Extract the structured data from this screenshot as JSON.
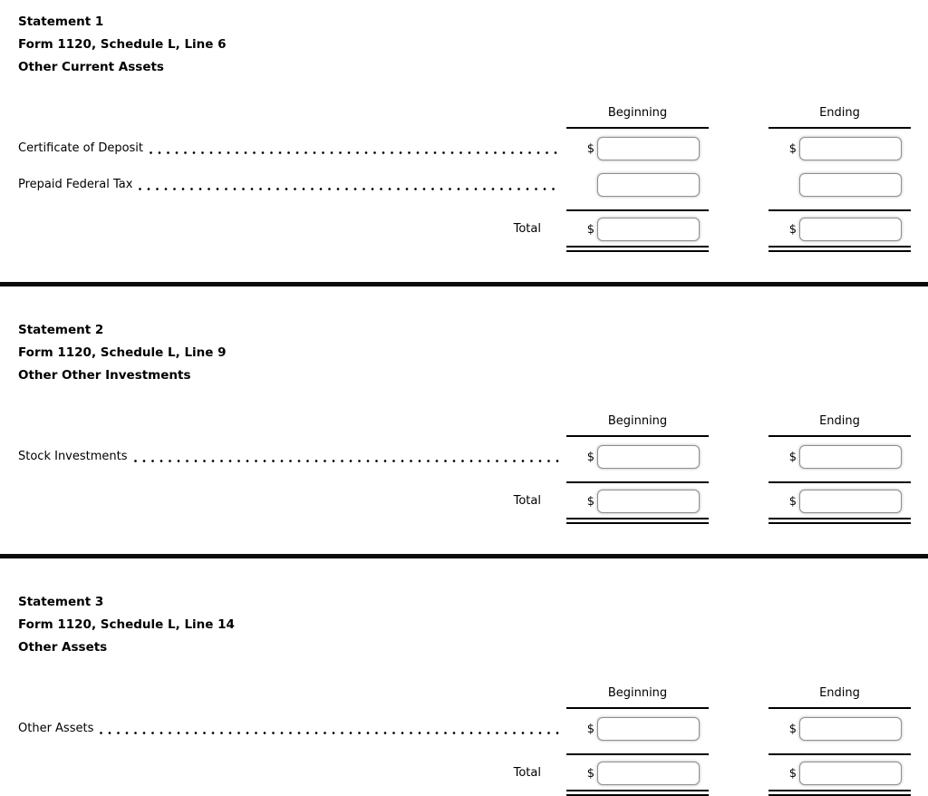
{
  "page": {
    "background_color": "#ffffff",
    "text_color": "#000000",
    "divider_color": "#0b0b0b",
    "input_border_color": "#8f8f8f",
    "columns": {
      "beginning": "Beginning",
      "ending": "Ending"
    },
    "total_label": "Total",
    "currency_symbol": "$",
    "statements": [
      {
        "title": "Statement 1",
        "form_line": "Form 1120, Schedule L, Line 6",
        "subtitle": "Other Current Assets",
        "rows": [
          {
            "label": "Certificate of Deposit",
            "show_dollar": true,
            "beginning_value": "",
            "ending_value": ""
          },
          {
            "label": "Prepaid Federal Tax",
            "show_dollar": false,
            "beginning_value": "",
            "ending_value": ""
          }
        ],
        "total": {
          "show_dollar": true,
          "beginning_value": "",
          "ending_value": ""
        }
      },
      {
        "title": "Statement 2",
        "form_line": "Form 1120, Schedule L, Line 9",
        "subtitle": "Other Other Investments",
        "rows": [
          {
            "label": "Stock Investments",
            "show_dollar": true,
            "beginning_value": "",
            "ending_value": ""
          }
        ],
        "total": {
          "show_dollar": true,
          "beginning_value": "",
          "ending_value": ""
        }
      },
      {
        "title": "Statement 3",
        "form_line": "Form 1120, Schedule L, Line 14",
        "subtitle": "Other Assets",
        "rows": [
          {
            "label": "Other Assets",
            "show_dollar": true,
            "beginning_value": "",
            "ending_value": ""
          }
        ],
        "total": {
          "show_dollar": true,
          "beginning_value": "",
          "ending_value": ""
        }
      }
    ]
  }
}
